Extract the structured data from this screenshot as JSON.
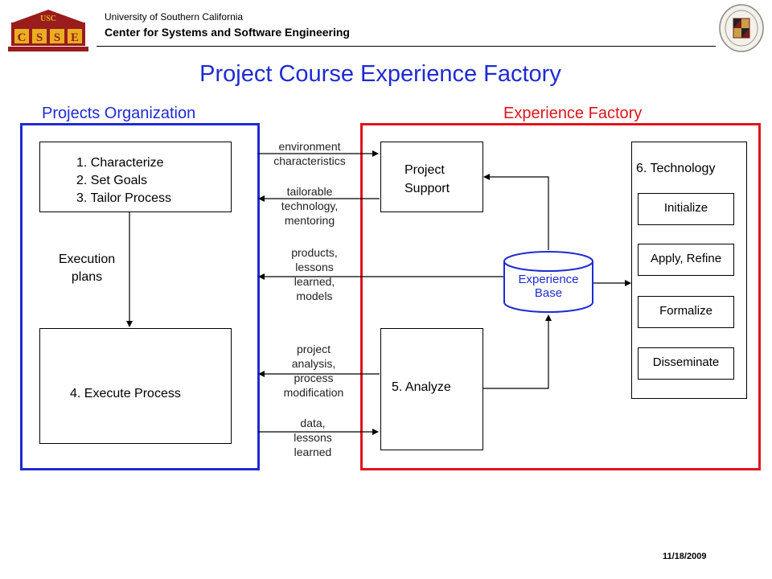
{
  "header": {
    "university": "University of Southern California",
    "center": "Center for Systems and Software Engineering",
    "logo_text": "CSSE",
    "logo_banner": "USC"
  },
  "title": "Project Course Experience Factory",
  "sections": {
    "left": "Projects Organization",
    "right": "Experience Factory"
  },
  "colors": {
    "accent_blue": "#1f2bd1",
    "accent_red": "#e0141c",
    "logo_maroon": "#9a1c1c",
    "logo_gold": "#e8b020"
  },
  "org": {
    "steps": [
      "1. Characterize",
      "2. Set Goals",
      "3. Tailor Process"
    ],
    "execution_plans": [
      "Execution",
      "plans"
    ],
    "execute": "4. Execute Process"
  },
  "ef": {
    "project_support": [
      "Project",
      "Support"
    ],
    "analyze": "5. Analyze",
    "experience_base": [
      "Experience",
      "Base"
    ],
    "technology_title": "6. Technology",
    "technology_steps": [
      "Initialize",
      "Apply, Refine",
      "Formalize",
      "Disseminate"
    ]
  },
  "flows": {
    "environment": [
      "environment",
      "characteristics"
    ],
    "tailorable": [
      "tailorable",
      "technology,",
      "mentoring"
    ],
    "products": [
      "products,",
      "lessons",
      "learned,",
      "models"
    ],
    "project_analysis": [
      "project",
      "analysis,",
      "process",
      "modification"
    ],
    "data": [
      "data,",
      "lessons",
      "learned"
    ]
  },
  "footer": {
    "date": "11/18/2009"
  }
}
